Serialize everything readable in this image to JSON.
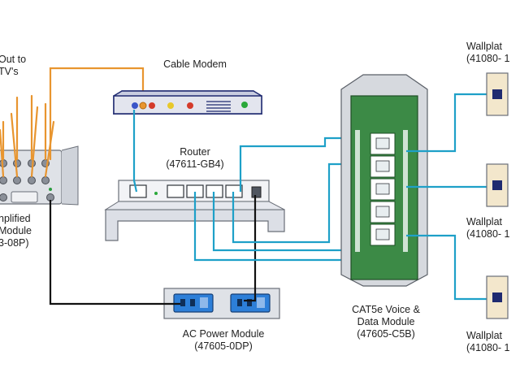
{
  "labels": {
    "out_to_line1": "Out to",
    "out_to_line2": "TV's",
    "cable_modem": "Cable Modem",
    "router_line1": "Router",
    "router_line2": "(47611-GB4)",
    "amp_line1": "nplified",
    "amp_line2": "Module",
    "amp_line3": "3-08P)",
    "ac_line1": "AC Power Module",
    "ac_line2": "(47605-0DP)",
    "cat5_line1": "CAT5e Voice &",
    "cat5_line2": "Data Module",
    "cat5_line3": "(47605-C5B)",
    "wp1_line1": "Wallplat",
    "wp1_line2": "(41080- 1",
    "wp2_line1": "Wallplat",
    "wp2_line2": "(41080- 1",
    "wp3_line1": "Wallplat",
    "wp3_line2": "(41080- 1"
  },
  "colors": {
    "coax": "#e8952f",
    "data_cable": "#1ea0c8",
    "power_cable": "#111111",
    "panel_green": "#3c8a46",
    "outlet_blue": "#2d7fd8",
    "device_fill": "#e6e8ee",
    "wallplate_fill": "#f3e7cc"
  }
}
